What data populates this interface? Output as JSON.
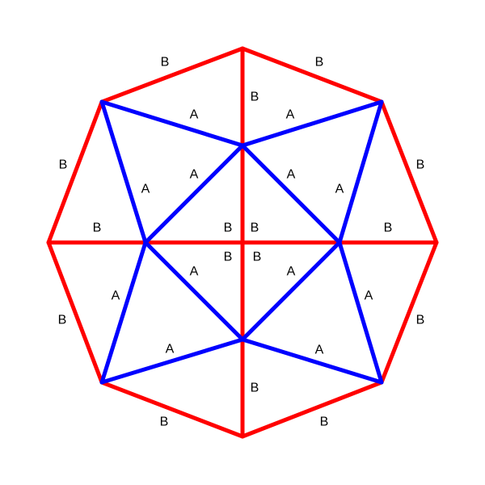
{
  "colors": {
    "a": "#0000ff",
    "b": "#ff0000",
    "label": "#000000"
  },
  "labels": {
    "a": "A",
    "b": "B"
  },
  "edges": {
    "outer": [
      {
        "from": "top",
        "to": "upper-right",
        "label": "b"
      },
      {
        "from": "upper-right",
        "to": "right",
        "label": "b"
      },
      {
        "from": "right",
        "to": "lower-right",
        "label": "b"
      },
      {
        "from": "lower-right",
        "to": "bottom",
        "label": "b"
      },
      {
        "from": "bottom",
        "to": "lower-left",
        "label": "b"
      },
      {
        "from": "lower-left",
        "to": "left",
        "label": "b"
      },
      {
        "from": "left",
        "to": "upper-left",
        "label": "b"
      },
      {
        "from": "upper-left",
        "to": "top",
        "label": "b"
      }
    ],
    "spokes": [
      {
        "from": "top",
        "to": "inner-top",
        "label": "b"
      },
      {
        "from": "inner-top",
        "to": "center",
        "label": "b"
      },
      {
        "from": "right",
        "to": "inner-right",
        "label": "b"
      },
      {
        "from": "inner-right",
        "to": "center",
        "label": "b"
      },
      {
        "from": "bottom",
        "to": "inner-bottom",
        "label": "b"
      },
      {
        "from": "inner-bottom",
        "to": "center",
        "label": "b"
      },
      {
        "from": "left",
        "to": "inner-left",
        "label": "b"
      },
      {
        "from": "inner-left",
        "to": "center",
        "label": "b"
      }
    ],
    "star": [
      {
        "from": "upper-left",
        "to": "inner-top",
        "label": "a"
      },
      {
        "from": "inner-top",
        "to": "upper-right",
        "label": "a"
      },
      {
        "from": "upper-right",
        "to": "inner-right",
        "label": "a"
      },
      {
        "from": "inner-right",
        "to": "lower-right",
        "label": "a"
      },
      {
        "from": "lower-right",
        "to": "inner-bottom",
        "label": "a"
      },
      {
        "from": "inner-bottom",
        "to": "lower-left",
        "label": "a"
      },
      {
        "from": "lower-left",
        "to": "inner-left",
        "label": "a"
      },
      {
        "from": "inner-left",
        "to": "upper-left",
        "label": "a"
      },
      {
        "from": "inner-top",
        "to": "inner-right",
        "label": "a"
      },
      {
        "from": "inner-right",
        "to": "inner-bottom",
        "label": "a"
      },
      {
        "from": "inner-bottom",
        "to": "inner-left",
        "label": "a"
      },
      {
        "from": "inner-left",
        "to": "inner-top",
        "label": "a"
      }
    ]
  }
}
